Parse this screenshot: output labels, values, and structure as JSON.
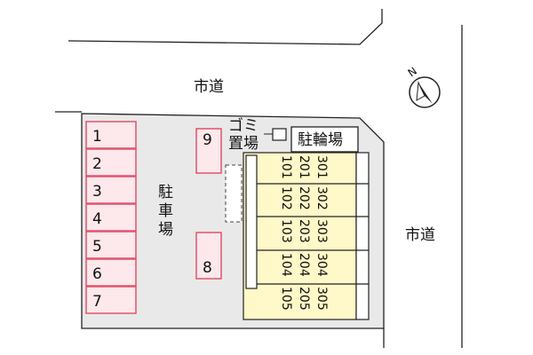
{
  "labels": {
    "road_top": "市道",
    "road_right": "市道",
    "parking_lot": [
      "駐",
      "車",
      "場"
    ],
    "garbage_area": [
      "ゴミ",
      "置場"
    ],
    "bicycle_parking": "駐輪場"
  },
  "parking_slots": [
    "1",
    "2",
    "3",
    "4",
    "5",
    "6",
    "7"
  ],
  "extra_slots": [
    "9",
    "8"
  ],
  "building": {
    "floor_3": [
      "301",
      "302",
      "303",
      "304",
      "305"
    ],
    "floor_2": [
      "201",
      "202",
      "203",
      "204",
      "205"
    ],
    "floor_1": [
      "101",
      "102",
      "103",
      "104",
      "105"
    ]
  },
  "compass": {
    "north_label": "N",
    "icon": "north-arrow-icon"
  },
  "colors": {
    "slot_fill": "#fde8ec",
    "slot_stroke": "#e0546c",
    "site_fill": "#e9e9e9",
    "building_fill": "#fff8c8",
    "line": "#222222"
  }
}
